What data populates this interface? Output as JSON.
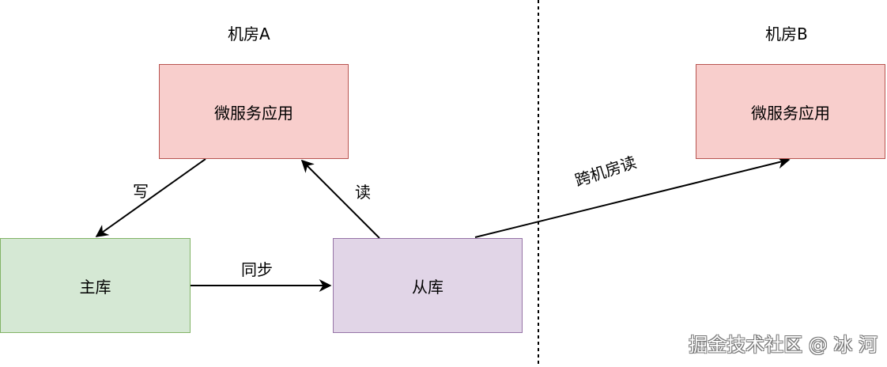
{
  "rooms": {
    "a": "机房A",
    "b": "机房B"
  },
  "nodes": {
    "microservice_a": "微服务应用",
    "microservice_b": "微服务应用",
    "master_db": "主库",
    "slave_db": "从库"
  },
  "edges": {
    "write": "写",
    "read": "读",
    "sync": "同步",
    "cross_room_read": "跨机房读"
  },
  "watermark": "掘金技术社区 @ 冰 河"
}
